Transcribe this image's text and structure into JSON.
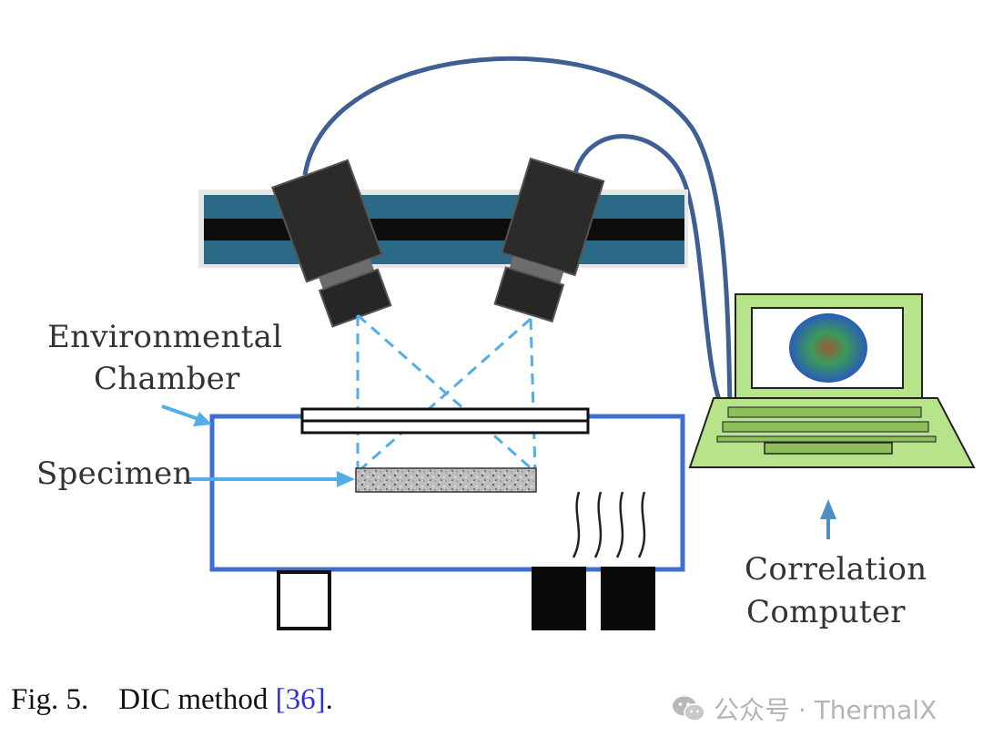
{
  "labels": {
    "environmental_chamber_line1": "Environmental",
    "environmental_chamber_line2": "Chamber",
    "specimen": "Specimen",
    "correlation_computer_line1": "Correlation",
    "correlation_computer_line2": "Computer"
  },
  "caption": {
    "prefix": "Fig. 5.",
    "text": "DIC method",
    "reference": "[36]",
    "suffix": "."
  },
  "watermark": {
    "text": "公众号 · ThermalX",
    "icon": "wechat-icon"
  },
  "colors": {
    "cable": "#3e5e94",
    "rail": "#2a6a86",
    "chamber": "#3d6fd2",
    "light_rays": "#51aee8",
    "laptop": "#b7e48a",
    "arrow": "#4f8fc4"
  }
}
